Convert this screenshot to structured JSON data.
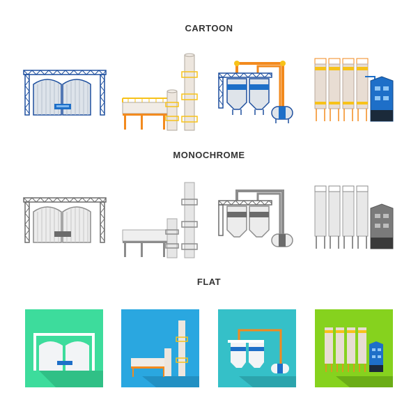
{
  "sections": {
    "cartoon": {
      "title": "CARTOON"
    },
    "monochrome": {
      "title": "MONOCHROME"
    },
    "flat": {
      "title": "FLAT"
    }
  },
  "icons": [
    "grain-silo-icon",
    "refinery-towers-icon",
    "pipeline-tanks-icon",
    "silo-plant-icon"
  ],
  "colors": {
    "cartoon_blue": "#1e6fc8",
    "cartoon_orange": "#f28a1e",
    "cartoon_yellow": "#f7c21a",
    "mono_gray": "#8c8c8c",
    "flat_green": "#3ddc9c",
    "flat_blue": "#2aa7e0",
    "flat_teal": "#35c0c8",
    "flat_lime": "#86d21e"
  }
}
